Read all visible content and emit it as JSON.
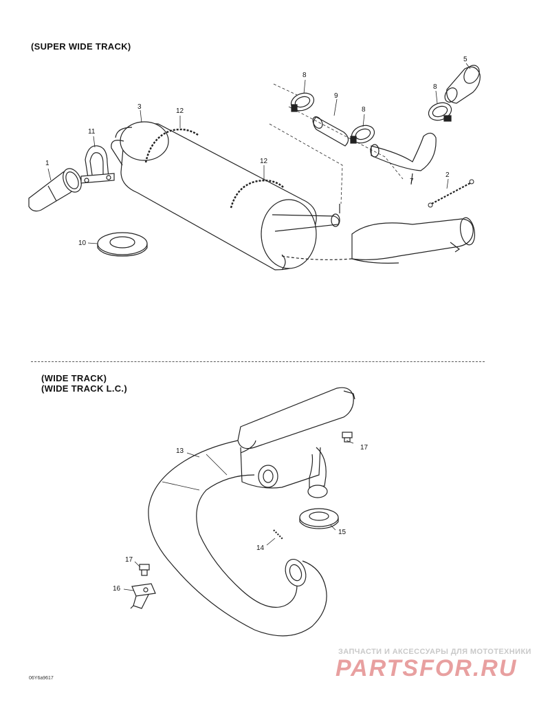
{
  "sections": {
    "super_wide": {
      "title": "(SUPER WIDE TRACK)"
    },
    "wide": {
      "title_line1": "(WIDE TRACK)",
      "title_line2": "(WIDE TRACK L.C.)"
    }
  },
  "callouts": {
    "c1": "1",
    "c2": "2",
    "c3": "3",
    "c5": "5",
    "c7": "7",
    "c8a": "8",
    "c8b": "8",
    "c8c": "8",
    "c9": "9",
    "c10": "10",
    "c11": "11",
    "c12a": "12",
    "c12b": "12",
    "c13": "13",
    "c14": "14",
    "c15": "15",
    "c16": "16",
    "c17a": "17",
    "c17b": "17"
  },
  "drawing_code": "06Y6a9617",
  "watermark": {
    "line1": "ЗАПЧАСТИ И АКСЕССУАРЫ ДЛЯ МОТОТЕХНИКИ",
    "logo": "PARTSFOR.RU"
  },
  "colors": {
    "line": "#222222",
    "watermark_red": "#e8a0a0",
    "watermark_gray": "#c9c9c9"
  }
}
